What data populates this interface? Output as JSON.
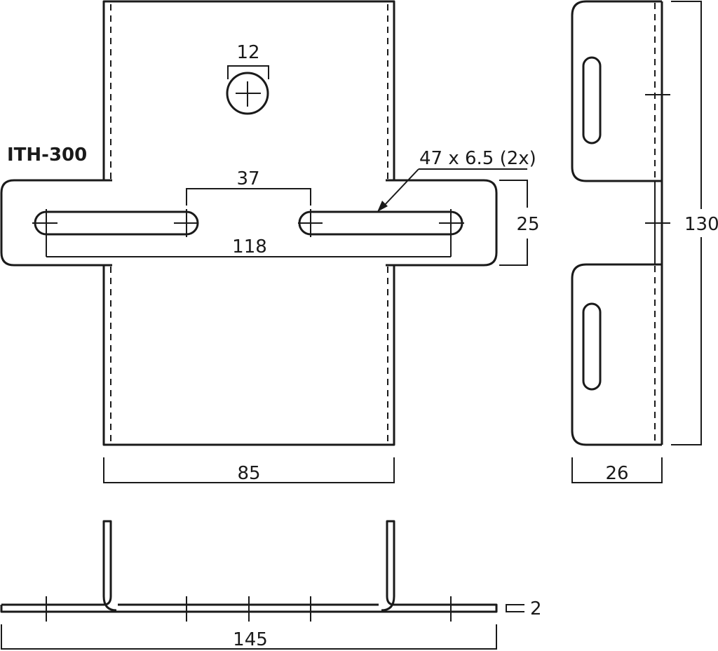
{
  "drawing": {
    "model_label": "ITH-300",
    "stroke_color": "#1a1a1a",
    "background_color": "#ffffff"
  },
  "front_view": {
    "hole_diameter": "12",
    "slot_spacing": "37",
    "slot_spec": "47 x 6.5 (2x)",
    "slot_outer_span": "118",
    "flange_height": "25",
    "body_width": "85"
  },
  "side_view": {
    "height": "130",
    "depth": "26"
  },
  "bottom_view": {
    "overall_length": "145",
    "thickness": "2"
  }
}
